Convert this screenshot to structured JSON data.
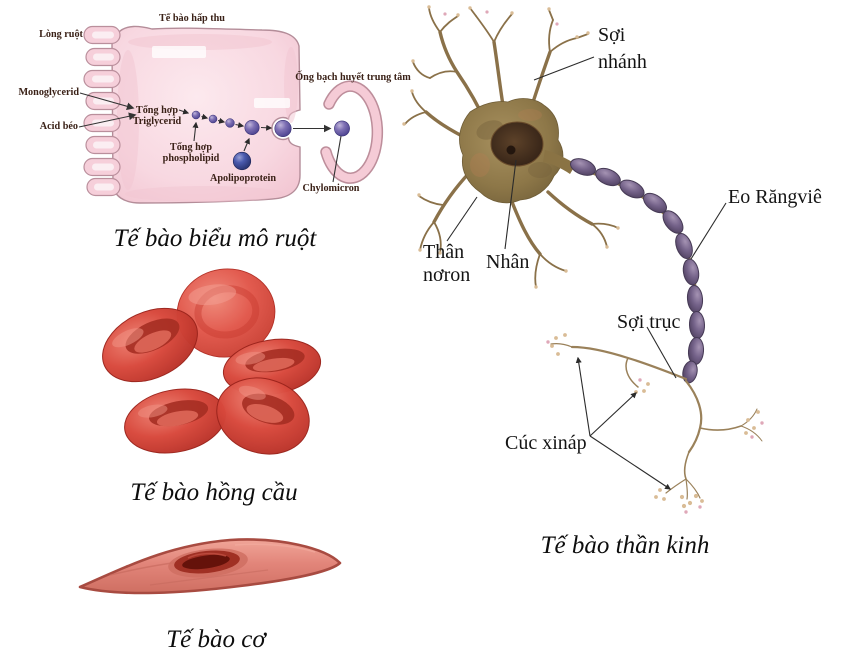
{
  "figure": {
    "background": "#ffffff",
    "panels": {
      "epithelial": {
        "caption": "Tế bào biểu mô ruột",
        "labels": {
          "absorptive_cell": "Tế bào hấp thu",
          "lumen": "Lòng ruột",
          "monoglycerid": "Monoglycerid",
          "fatty_acid": "Acid béo",
          "triglycerid_line1": "Tổng hợp",
          "triglycerid_line2": "Triglycerid",
          "phospholipid_line1": "Tổng hợp",
          "phospholipid_line2": "phospholipid",
          "apolipoprotein": "Apolipoprotein",
          "lacteal": "Ống bạch huyết trung tâm",
          "chylomicron": "Chylomicron"
        },
        "colors": {
          "cell_fill": "#f9dde5",
          "membrane": "#b48d99",
          "vesicle_purple": "#7a6cb0",
          "apolipoprotein_blue": "#3c4a9e"
        }
      },
      "red_blood_cells": {
        "caption": "Tế bào hồng cầu",
        "colors": {
          "body": "#d6453a",
          "shadow": "#a52d24",
          "highlight": "#ef8d80"
        }
      },
      "muscle_cell": {
        "caption": "Tế bào cơ",
        "colors": {
          "body": "#e58d80",
          "outline": "#a84b41",
          "nucleus": "#6e150d"
        }
      },
      "neuron": {
        "caption": "Tế bào thần kinh",
        "labels": {
          "dendrite_line1": "Sợi",
          "dendrite_line2": "nhánh",
          "node_of_ranvier": "Eo Răngviê",
          "soma_line1": "Thân",
          "soma_line2": "nơron",
          "nucleus": "Nhân",
          "axon": "Sợi trục",
          "synaptic_knobs": "Cúc xináp"
        },
        "colors": {
          "soma": "#947e4e",
          "nucleus": "#46301f",
          "myelin": "#6d5b7f",
          "fiber": "#9a815a"
        }
      }
    }
  }
}
